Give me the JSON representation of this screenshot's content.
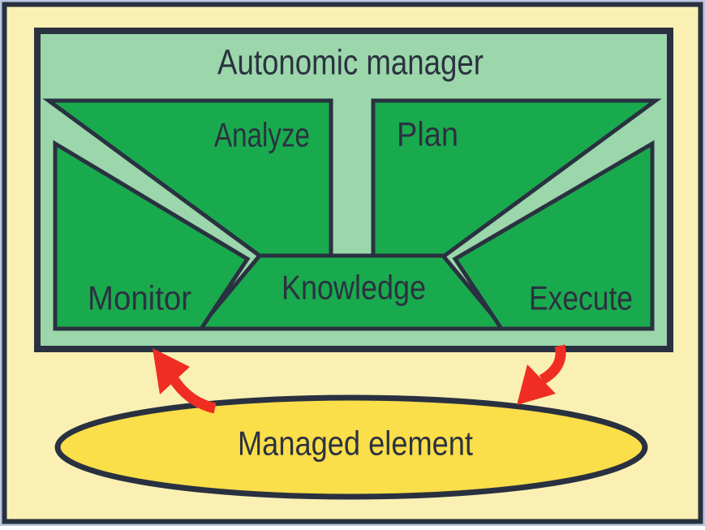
{
  "diagram": {
    "title": "Autonomic manager",
    "functions": {
      "monitor": "Monitor",
      "analyze": "Analyze",
      "plan": "Plan",
      "execute": "Execute",
      "knowledge": "Knowledge"
    },
    "managed_element_label": "Managed element",
    "icons": {
      "up_arrow": "arrow-managed-element-to-monitor",
      "down_arrow": "arrow-execute-to-managed-element"
    }
  },
  "colors": {
    "page_edge": "#b9c6de",
    "background": "#faf0b3",
    "outline": "#293140",
    "manager_fill": "#9cd6ab",
    "block_fill": "#1aaa4e",
    "ellipse_fill": "#fade4a",
    "arrow": "#f02d23",
    "text": "#2b3240"
  }
}
